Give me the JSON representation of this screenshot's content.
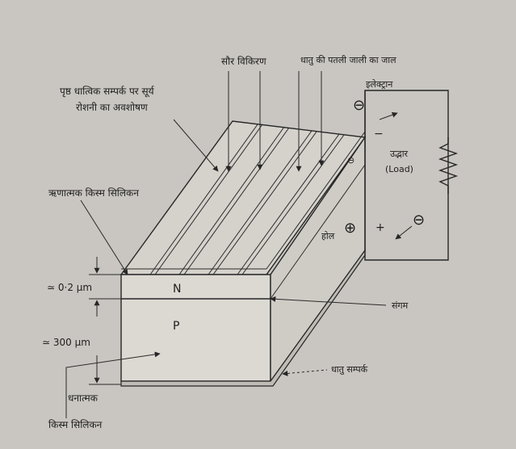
{
  "labels": {
    "solar_radiation": "सौर विकिरण",
    "metal_grid": "धातु की पतली जाली का जाल",
    "absorption_line1": "पृष्ठ धात्विक सम्पर्क पर सूर्य",
    "absorption_line2": "रोशनी का अवशोषण",
    "n_type_silicon": "ऋणात्मक किस्म सिलिकन",
    "thickness_n": "≃ 0·2 μm",
    "thickness_p": "≃ 300 μm",
    "n_region": "N",
    "p_region": "P",
    "junction": "संगम",
    "metal_contact": "धातु सम्पर्क",
    "p_type_silicon_line1": "धनात्मक",
    "p_type_silicon_line2": "किस्म सिलिकन",
    "electron": "इलेक्ट्रान",
    "hole": "होल",
    "load_line1": "उद्भार",
    "load_line2": "(Load)",
    "minus_sign": "−",
    "plus_sign": "+",
    "electron_symbol": "⊖",
    "hole_symbol": "⊕"
  },
  "colors": {
    "paper": "#c9c6c1",
    "ink": "#262626",
    "top_face": "#d5d2cc",
    "front_face": "#dcd9d3"
  }
}
